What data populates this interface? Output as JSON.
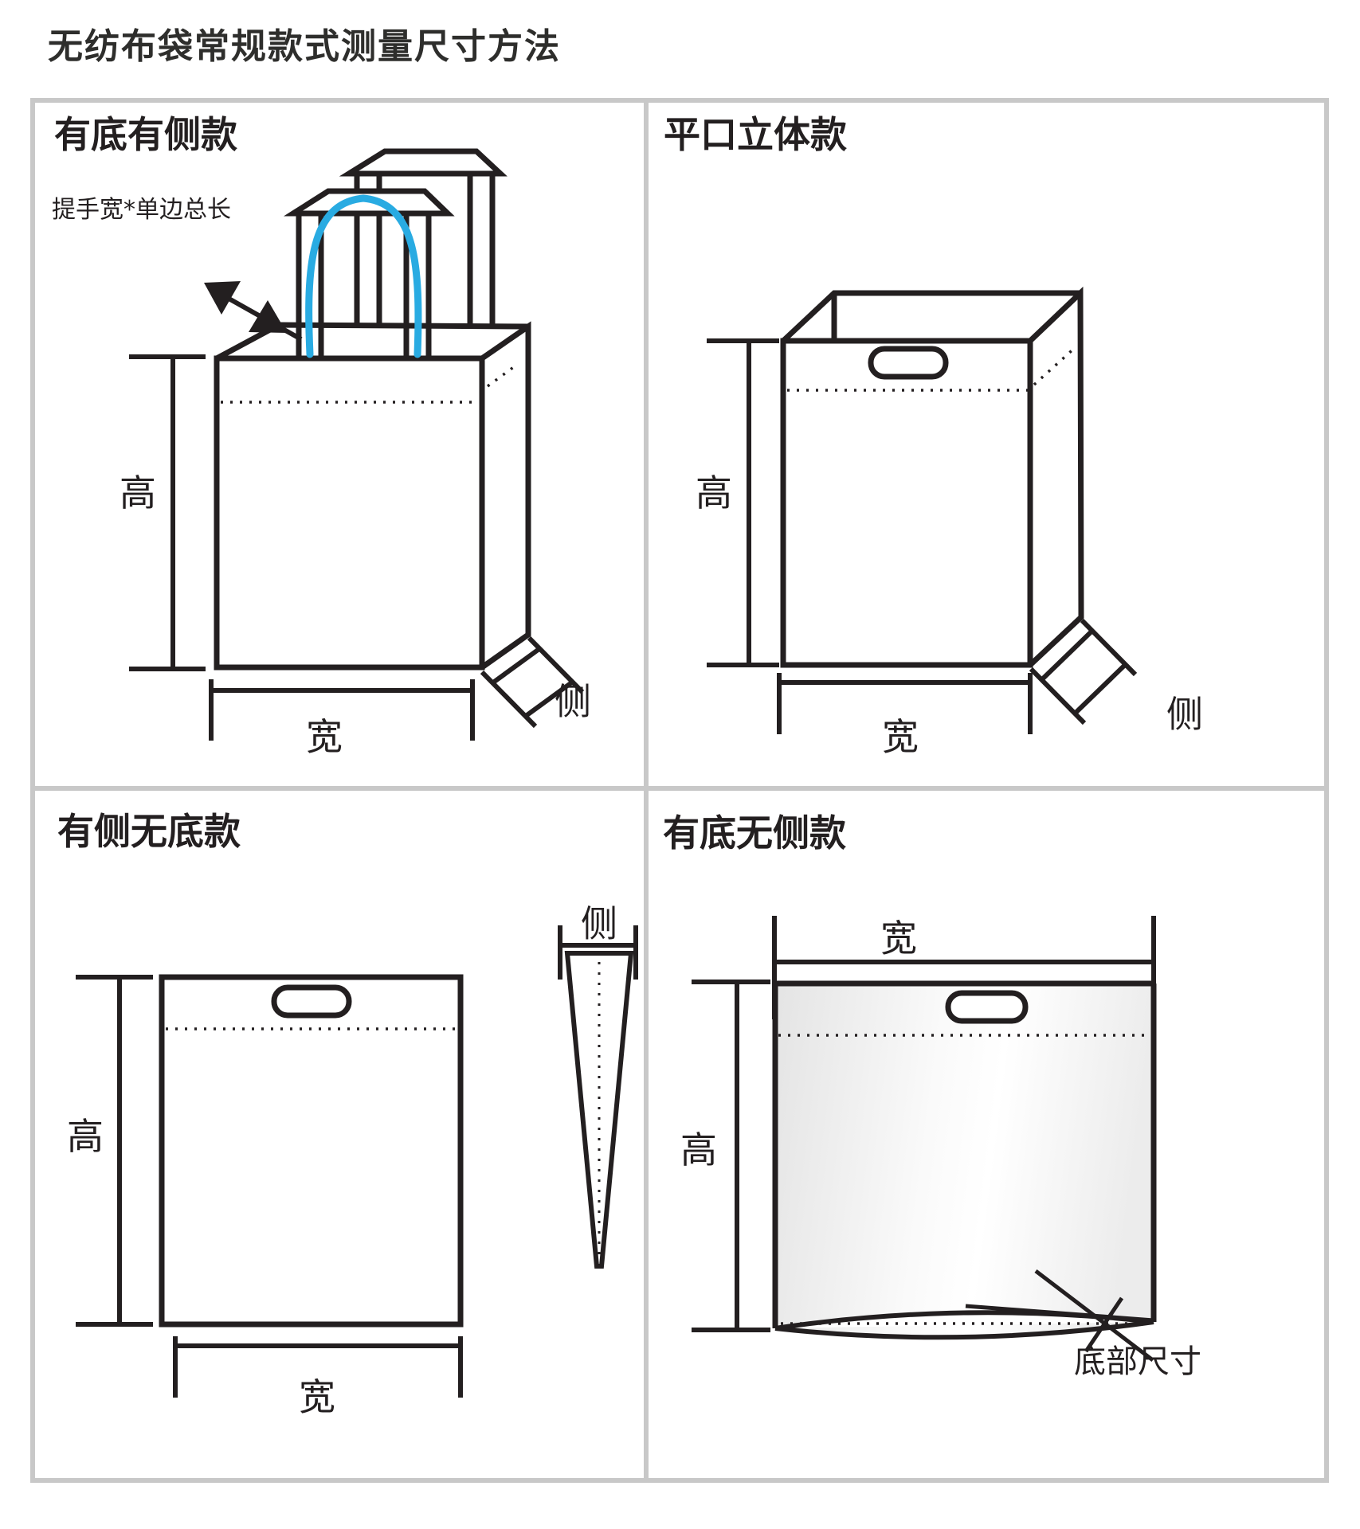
{
  "page": {
    "title": "无纺布袋常规款式测量尺寸方法"
  },
  "panels": {
    "p1": {
      "title": "有底有侧款",
      "handle_note": "提手宽*单边总长",
      "height_label": "高",
      "width_label": "宽",
      "side_label": "侧"
    },
    "p2": {
      "title": "平口立体款",
      "height_label": "高",
      "width_label": "宽",
      "side_label": "侧"
    },
    "p3": {
      "title": "有侧无底款",
      "height_label": "高",
      "width_label": "宽",
      "side_label": "侧"
    },
    "p4": {
      "title": "有底无侧款",
      "height_label": "高",
      "width_label": "宽",
      "bottom_note": "底部尺寸"
    }
  },
  "colors": {
    "line": "#231f20",
    "handle_accent": "#29ABE2",
    "grid_border": "#c8c8c8",
    "bag_gradient_dark": "#e4e4e4"
  }
}
